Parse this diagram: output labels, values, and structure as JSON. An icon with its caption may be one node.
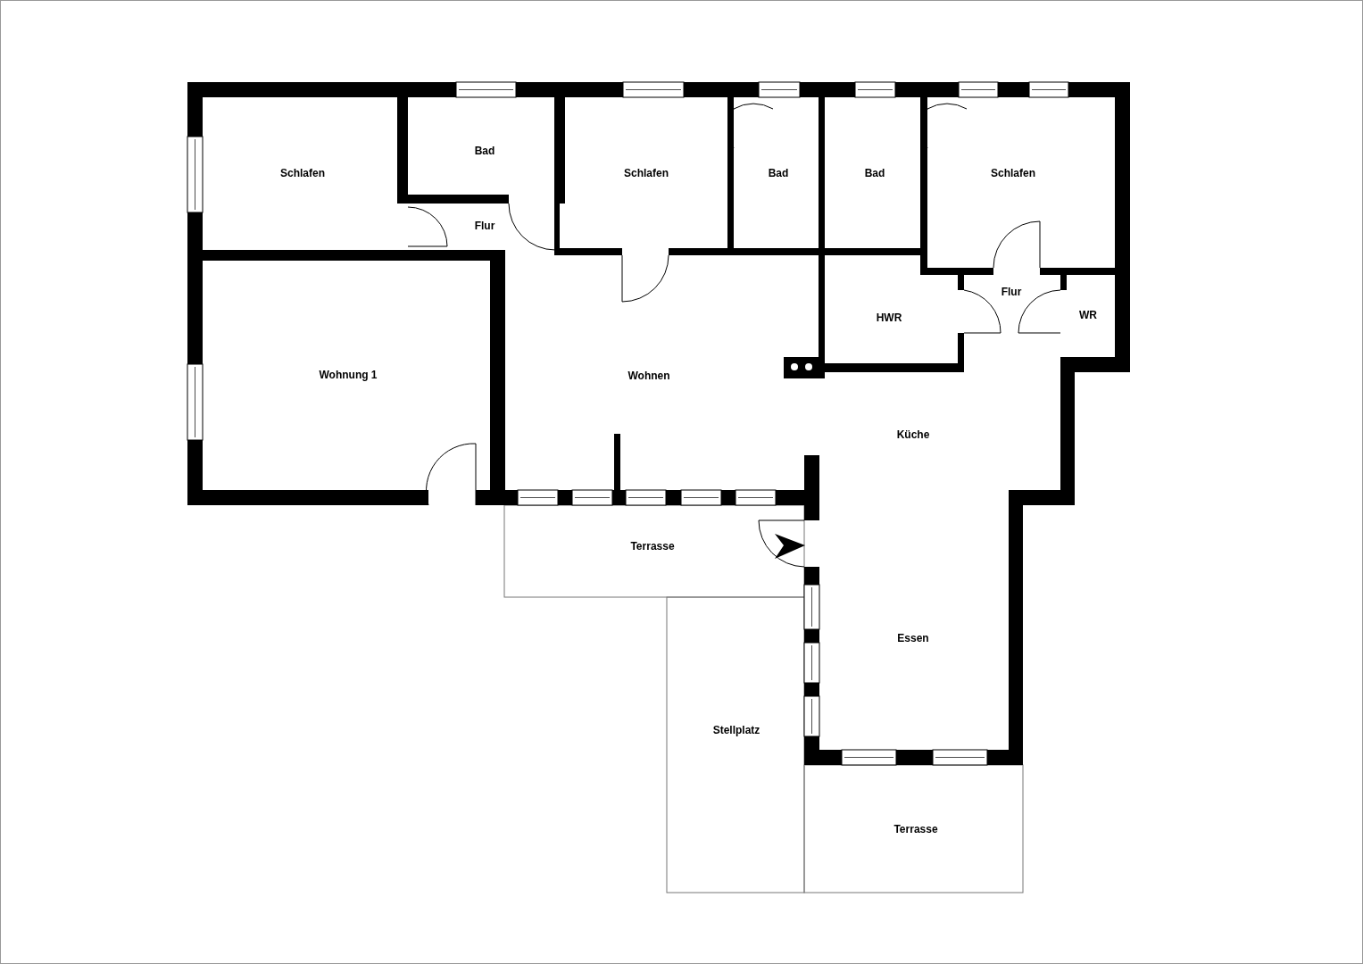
{
  "diagram": {
    "labels": [
      "Bad",
      "Schlafen",
      "Schlafen",
      "Bad",
      "Bad",
      "Schlafen",
      "Flur",
      "Flur",
      "HWR",
      "WR",
      "Wohnung 1",
      "Wohnen",
      "Küche",
      "Terrasse",
      "Essen",
      "Stellplatz",
      "Terrasse"
    ]
  }
}
